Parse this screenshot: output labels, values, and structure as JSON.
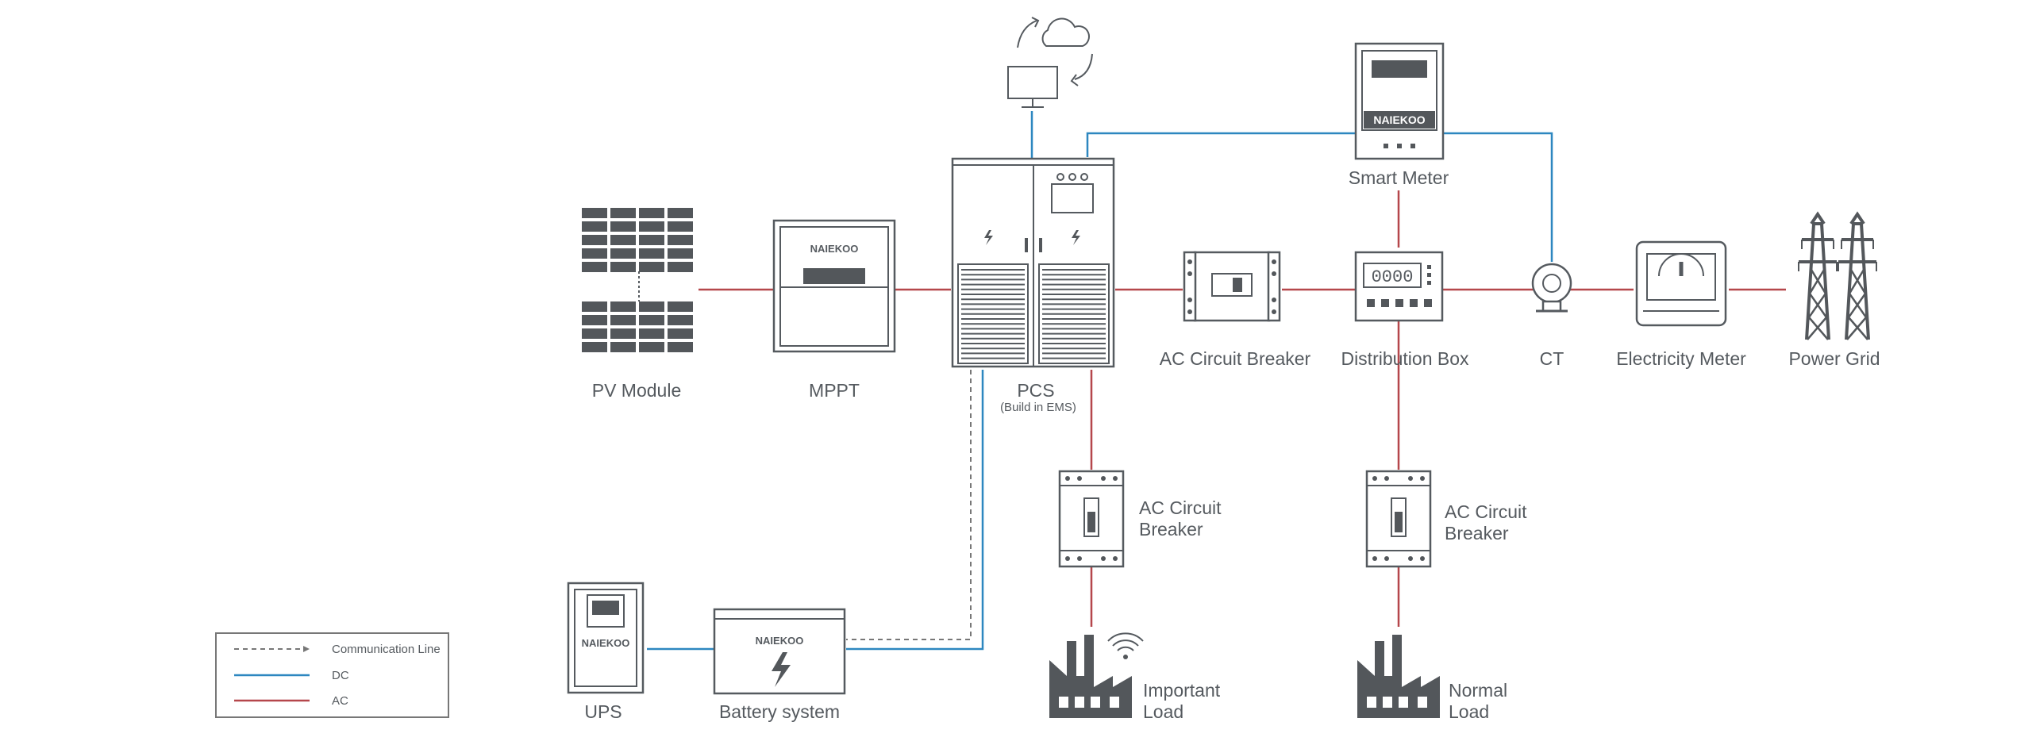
{
  "colors": {
    "ac_line": "#b5474b",
    "dc_line": "#2d87c0",
    "comm_line": "#777777",
    "device": "#53575b"
  },
  "brand": "NAIEKOO",
  "nodes": {
    "pv_module": "PV Module",
    "mppt": "MPPT",
    "pcs": "PCS",
    "pcs_sub": "(Build in EMS)",
    "ac_breaker_main": "AC Circuit Breaker",
    "distribution_box": "Distribution Box",
    "ct": "CT",
    "electricity_meter": "Electricity Meter",
    "power_grid": "Power Grid",
    "smart_meter": "Smart Meter",
    "ac_breaker_left_l1": "AC Circuit",
    "ac_breaker_left_l2": "Breaker",
    "ac_breaker_right_l1": "AC Circuit",
    "ac_breaker_right_l2": "Breaker",
    "important_load_l1": "Important",
    "important_load_l2": "Load",
    "normal_load_l1": "Normal",
    "normal_load_l2": "Load",
    "ups": "UPS",
    "battery": "Battery system"
  },
  "icons": [
    "monitor-icon",
    "cloud-icon",
    "sync-arrows-icon",
    "wifi-icon",
    "lightning-icon",
    "factory-icon",
    "transmission-tower-icon"
  ],
  "legend": {
    "communication": "Communication Line",
    "dc": "DC",
    "ac": "AC"
  }
}
